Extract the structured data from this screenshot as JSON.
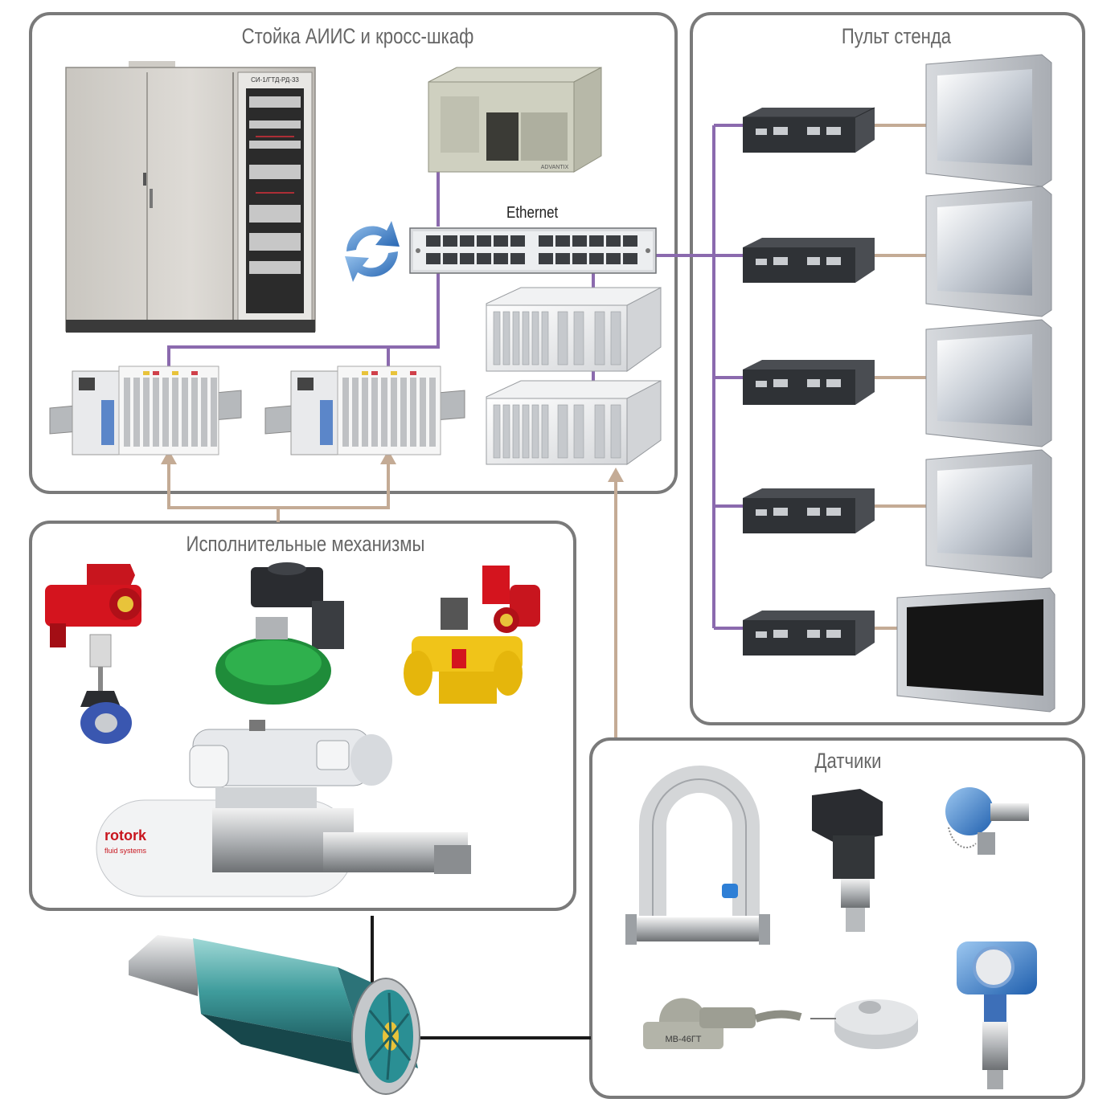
{
  "panels": {
    "rack": {
      "title": "Стойка АИИС и кросс-шкаф"
    },
    "console": {
      "title": "Пульт стенда"
    },
    "actuators": {
      "title": "Исполнительные механизмы"
    },
    "sensors": {
      "title": "Датчики"
    }
  },
  "network": {
    "switch_label": "Ethernet"
  },
  "devices": {
    "cabinet_label": "СИ-1/ГТД-РД-33",
    "pc_brand": "ADVANTIX",
    "rotork_brand": "rotork",
    "rotork_sub": "fluid systems",
    "vibration_sensor_label": "МВ-46ГТ"
  },
  "colors": {
    "network_line": "#8b6aae",
    "signal_line": "#c4ab95",
    "engine_line": "#1a1a1a",
    "panel_border": "#7a7a7a"
  }
}
